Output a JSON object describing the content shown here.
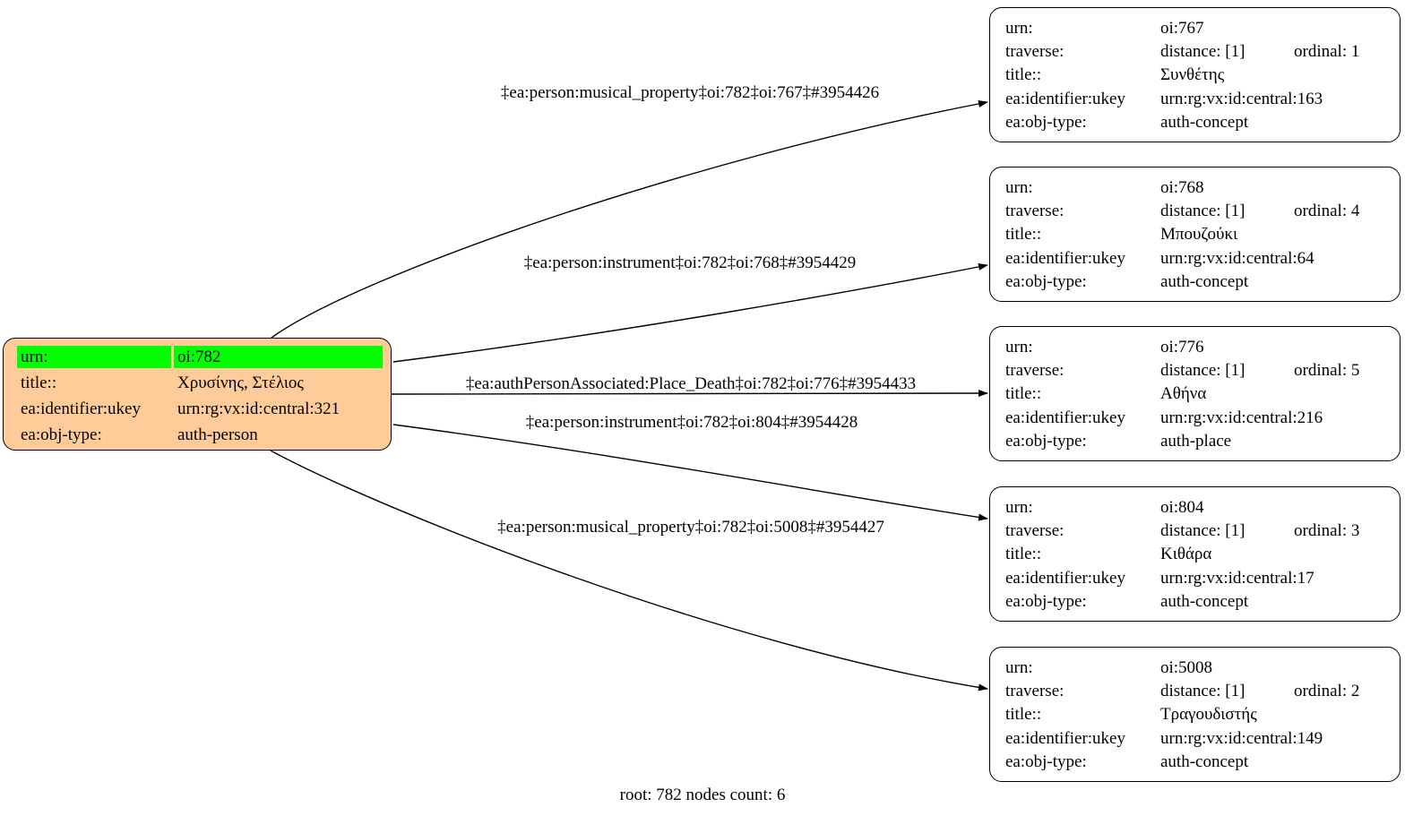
{
  "colors": {
    "root_fill": "#ffcc99",
    "highlight": "#00ff00",
    "node_fill": "#ffffff",
    "stroke": "#000000"
  },
  "field_keys": {
    "urn": "urn:",
    "traverse": "traverse:",
    "title": "title::",
    "ukey": "ea:identifier:ukey",
    "obj": "ea:obj-type:"
  },
  "root_node": {
    "urn_key": "urn:",
    "urn": "oi:782",
    "title_key": "title::",
    "title": "Χρυσίνης, Στέλιος",
    "ukey_key": "ea:identifier:ukey",
    "ukey": "urn:rg:vx:id:central:321",
    "obj_key": "ea:obj-type:",
    "obj": "auth-person"
  },
  "nodes": [
    {
      "urn": "oi:767",
      "distance": "distance: [1]",
      "ordinal": "ordinal: 1",
      "title": "Συνθέτης",
      "ukey": "urn:rg:vx:id:central:163",
      "obj": "auth-concept"
    },
    {
      "urn": "oi:768",
      "distance": "distance: [1]",
      "ordinal": "ordinal: 4",
      "title": "Μπουζούκι",
      "ukey": "urn:rg:vx:id:central:64",
      "obj": "auth-concept"
    },
    {
      "urn": "oi:776",
      "distance": "distance: [1]",
      "ordinal": "ordinal: 5",
      "title": "Αθήνα",
      "ukey": "urn:rg:vx:id:central:216",
      "obj": "auth-place"
    },
    {
      "urn": "oi:804",
      "distance": "distance: [1]",
      "ordinal": "ordinal: 3",
      "title": "Κιθάρα",
      "ukey": "urn:rg:vx:id:central:17",
      "obj": "auth-concept"
    },
    {
      "urn": "oi:5008",
      "distance": "distance: [1]",
      "ordinal": "ordinal: 2",
      "title": "Τραγουδιστής",
      "ukey": "urn:rg:vx:id:central:149",
      "obj": "auth-concept"
    }
  ],
  "edges": [
    {
      "label": "‡ea:person:musical_property‡oi:782‡oi:767‡#3954426"
    },
    {
      "label": "‡ea:person:instrument‡oi:782‡oi:768‡#3954429"
    },
    {
      "label": "‡ea:authPersonAssociated:Place_Death‡oi:782‡oi:776‡#3954433"
    },
    {
      "label": "‡ea:person:instrument‡oi:782‡oi:804‡#3954428"
    },
    {
      "label": "‡ea:person:musical_property‡oi:782‡oi:5008‡#3954427"
    }
  ],
  "footer": {
    "label": "root: 782 nodes count: 6"
  }
}
